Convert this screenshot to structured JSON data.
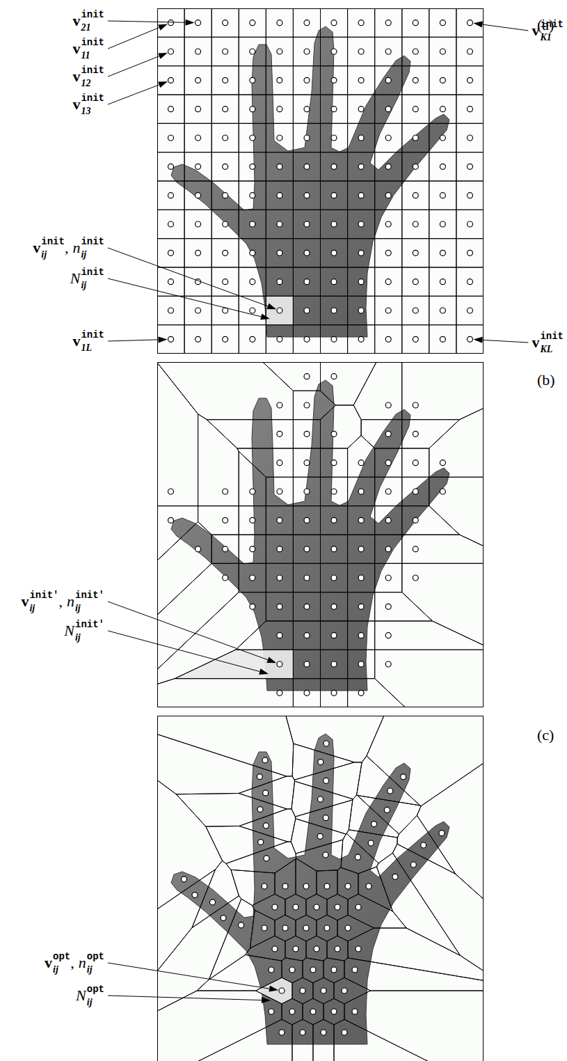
{
  "diagram": {
    "labels": [
      "(a)",
      "v",
      "init",
      "21",
      "v",
      "init",
      "11",
      "v",
      "init",
      "12",
      "v",
      "init",
      "13",
      "v",
      "init",
      "K1",
      "v",
      "init",
      "ij",
      ",",
      "n",
      "init",
      "ij",
      "N",
      "init",
      "ij",
      "v",
      "init",
      "1L",
      "v",
      "init",
      "KL",
      "(b)",
      "v",
      "init′",
      "ij",
      ",",
      "n",
      "init′",
      "ij",
      "N",
      "init′",
      "ij",
      "(c)",
      "v",
      "opt",
      "ij",
      ",",
      "n",
      "opt",
      "ij",
      "N",
      "opt",
      "ij"
    ]
  }
}
